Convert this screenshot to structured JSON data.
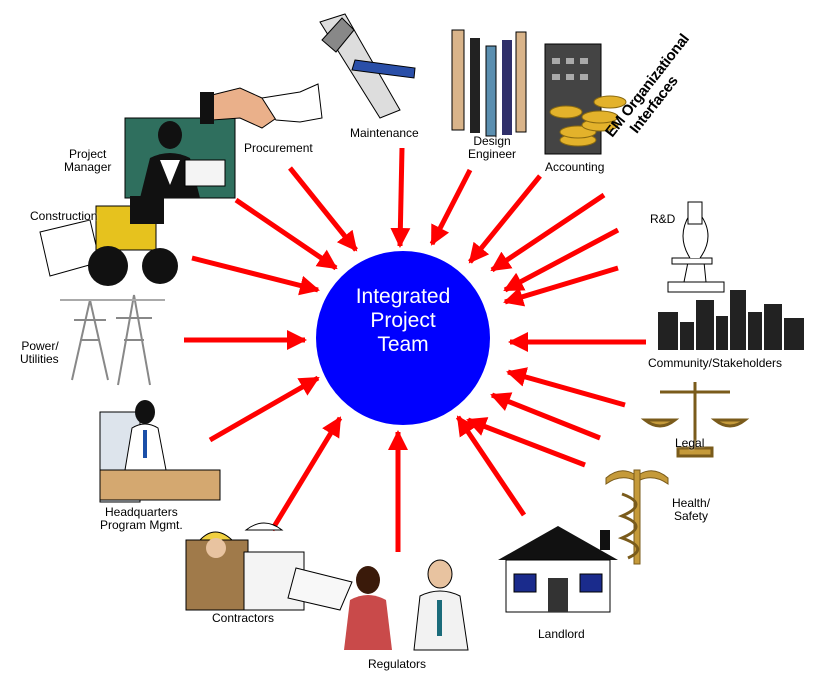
{
  "center": {
    "line1": "Integrated",
    "line2": "Project",
    "line3": "Team"
  },
  "title": {
    "line1": "EM Organizational",
    "line2": "Interfaces"
  },
  "stakeholders": {
    "project_manager": {
      "line1": "Project",
      "line2": "Manager"
    },
    "procurement": "Procurement",
    "maintenance": "Maintenance",
    "design_engineer": {
      "line1": "Design",
      "line2": "Engineer"
    },
    "accounting": "Accounting",
    "rnd": "R&D",
    "community": "Community/Stakeholders",
    "legal": "Legal",
    "health_safety": {
      "line1": "Health/",
      "line2": "Safety"
    },
    "landlord": "Landlord",
    "regulators": "Regulators",
    "contractors": "Contractors",
    "headquarters": {
      "line1": "Headquarters",
      "line2": "Program Mgmt."
    },
    "power_utilities": {
      "line1": "Power/",
      "line2": "Utilities"
    },
    "construction": "Construction"
  },
  "colors": {
    "arrow": "#ff0000",
    "circle": "#0000ff",
    "center_text": "#ffffff"
  }
}
